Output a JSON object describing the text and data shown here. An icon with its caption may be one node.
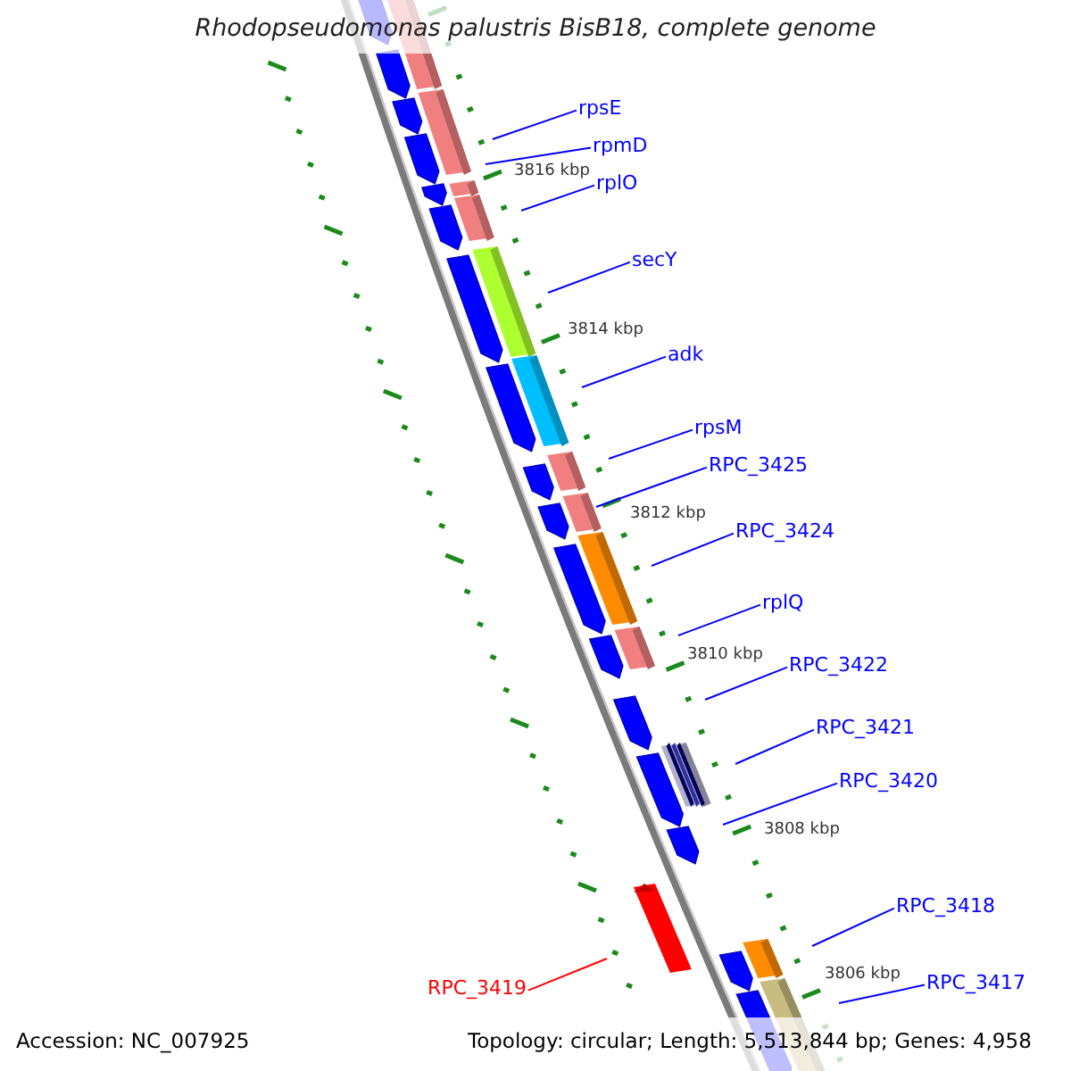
{
  "diagram": {
    "title": "Rhodopseudomonas palustris BisB18, complete genome",
    "nodes": [
      {
        "text": [
          "rpsE"
        ]
      },
      {
        "text": [
          "rpmD"
        ]
      },
      {
        "text": [
          "rplO"
        ]
      },
      {
        "text": [
          "secY"
        ]
      },
      {
        "text": [
          "adk"
        ]
      },
      {
        "text": [
          "rpsM"
        ]
      },
      {
        "text": [
          "RPC_3425"
        ]
      },
      {
        "text": [
          "RPC_3424"
        ]
      },
      {
        "text": [
          "rplQ"
        ]
      },
      {
        "text": [
          "RPC_3422"
        ]
      },
      {
        "text": [
          "RPC_3421"
        ]
      },
      {
        "text": [
          "RPC_3420"
        ]
      },
      {
        "text": [
          "RPC_3418"
        ]
      },
      {
        "text": [
          "RPC_3419"
        ]
      },
      {
        "text": [
          "RPC_3417"
        ]
      }
    ],
    "edges": [
      {
        "from": 0,
        "to": null,
        "arrow": "none"
      },
      {
        "from": 1,
        "to": null,
        "arrow": "none"
      },
      {
        "from": 2,
        "to": null,
        "arrow": "none"
      },
      {
        "from": 3,
        "to": null,
        "arrow": "none"
      },
      {
        "from": 4,
        "to": null,
        "arrow": "none"
      },
      {
        "from": 5,
        "to": null,
        "arrow": "none"
      },
      {
        "from": 6,
        "to": null,
        "arrow": "none"
      },
      {
        "from": 7,
        "to": null,
        "arrow": "none"
      },
      {
        "from": 8,
        "to": null,
        "arrow": "none"
      },
      {
        "from": 9,
        "to": null,
        "arrow": "none"
      },
      {
        "from": 10,
        "to": null,
        "arrow": "none"
      },
      {
        "from": 11,
        "to": null,
        "arrow": "none"
      },
      {
        "from": 12,
        "to": null,
        "arrow": "none"
      },
      {
        "from": 13,
        "to": null,
        "arrow": "none",
        "color": "#ff0000"
      },
      {
        "from": 14,
        "to": null,
        "arrow": "none"
      }
    ],
    "labels": [
      "3816 kbp",
      "3814 kbp",
      "3812 kbp",
      "3810 kbp",
      "3808 kbp",
      "3806 kbp",
      "Accession: NC_007925",
      "Topology: circular; Length: 5,513,844 bp; Genes: 4,958"
    ]
  }
}
